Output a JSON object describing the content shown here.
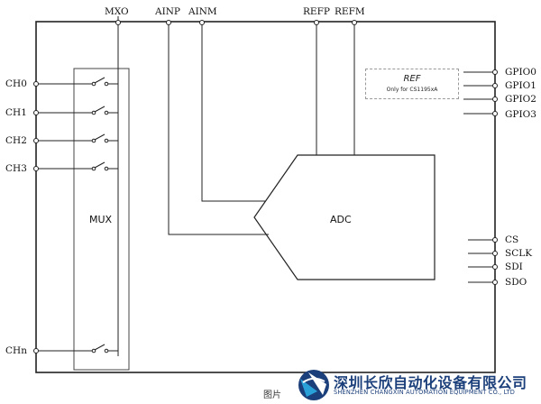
{
  "top_pins": {
    "mxo": "MXO",
    "ainp": "AINP",
    "ainm": "AINM",
    "refp": "REFP",
    "refm": "REFM"
  },
  "inputs": [
    "CH0",
    "CH1",
    "CH2",
    "CH3",
    "CHn"
  ],
  "gpio": [
    "GPIO0",
    "GPIO1",
    "GPIO2",
    "GPIO3"
  ],
  "spi": [
    "CS",
    "SCLK",
    "SDI",
    "SDO"
  ],
  "blocks": {
    "mux": "MUX",
    "adc": "ADC",
    "ref_title": "REF",
    "ref_note": "Only for CS1195xA"
  },
  "footer": {
    "caption": "图片",
    "company_cn": "深圳长欣自动化设备有限公司",
    "company_en": "SHENZHEN CHANGXIN AUTOMATION EQUIPMENT CO., LTD"
  },
  "colors": {
    "line": "#222222",
    "logo_blue": "#1b3f7a",
    "logo_cyan": "#2aa0d8"
  }
}
